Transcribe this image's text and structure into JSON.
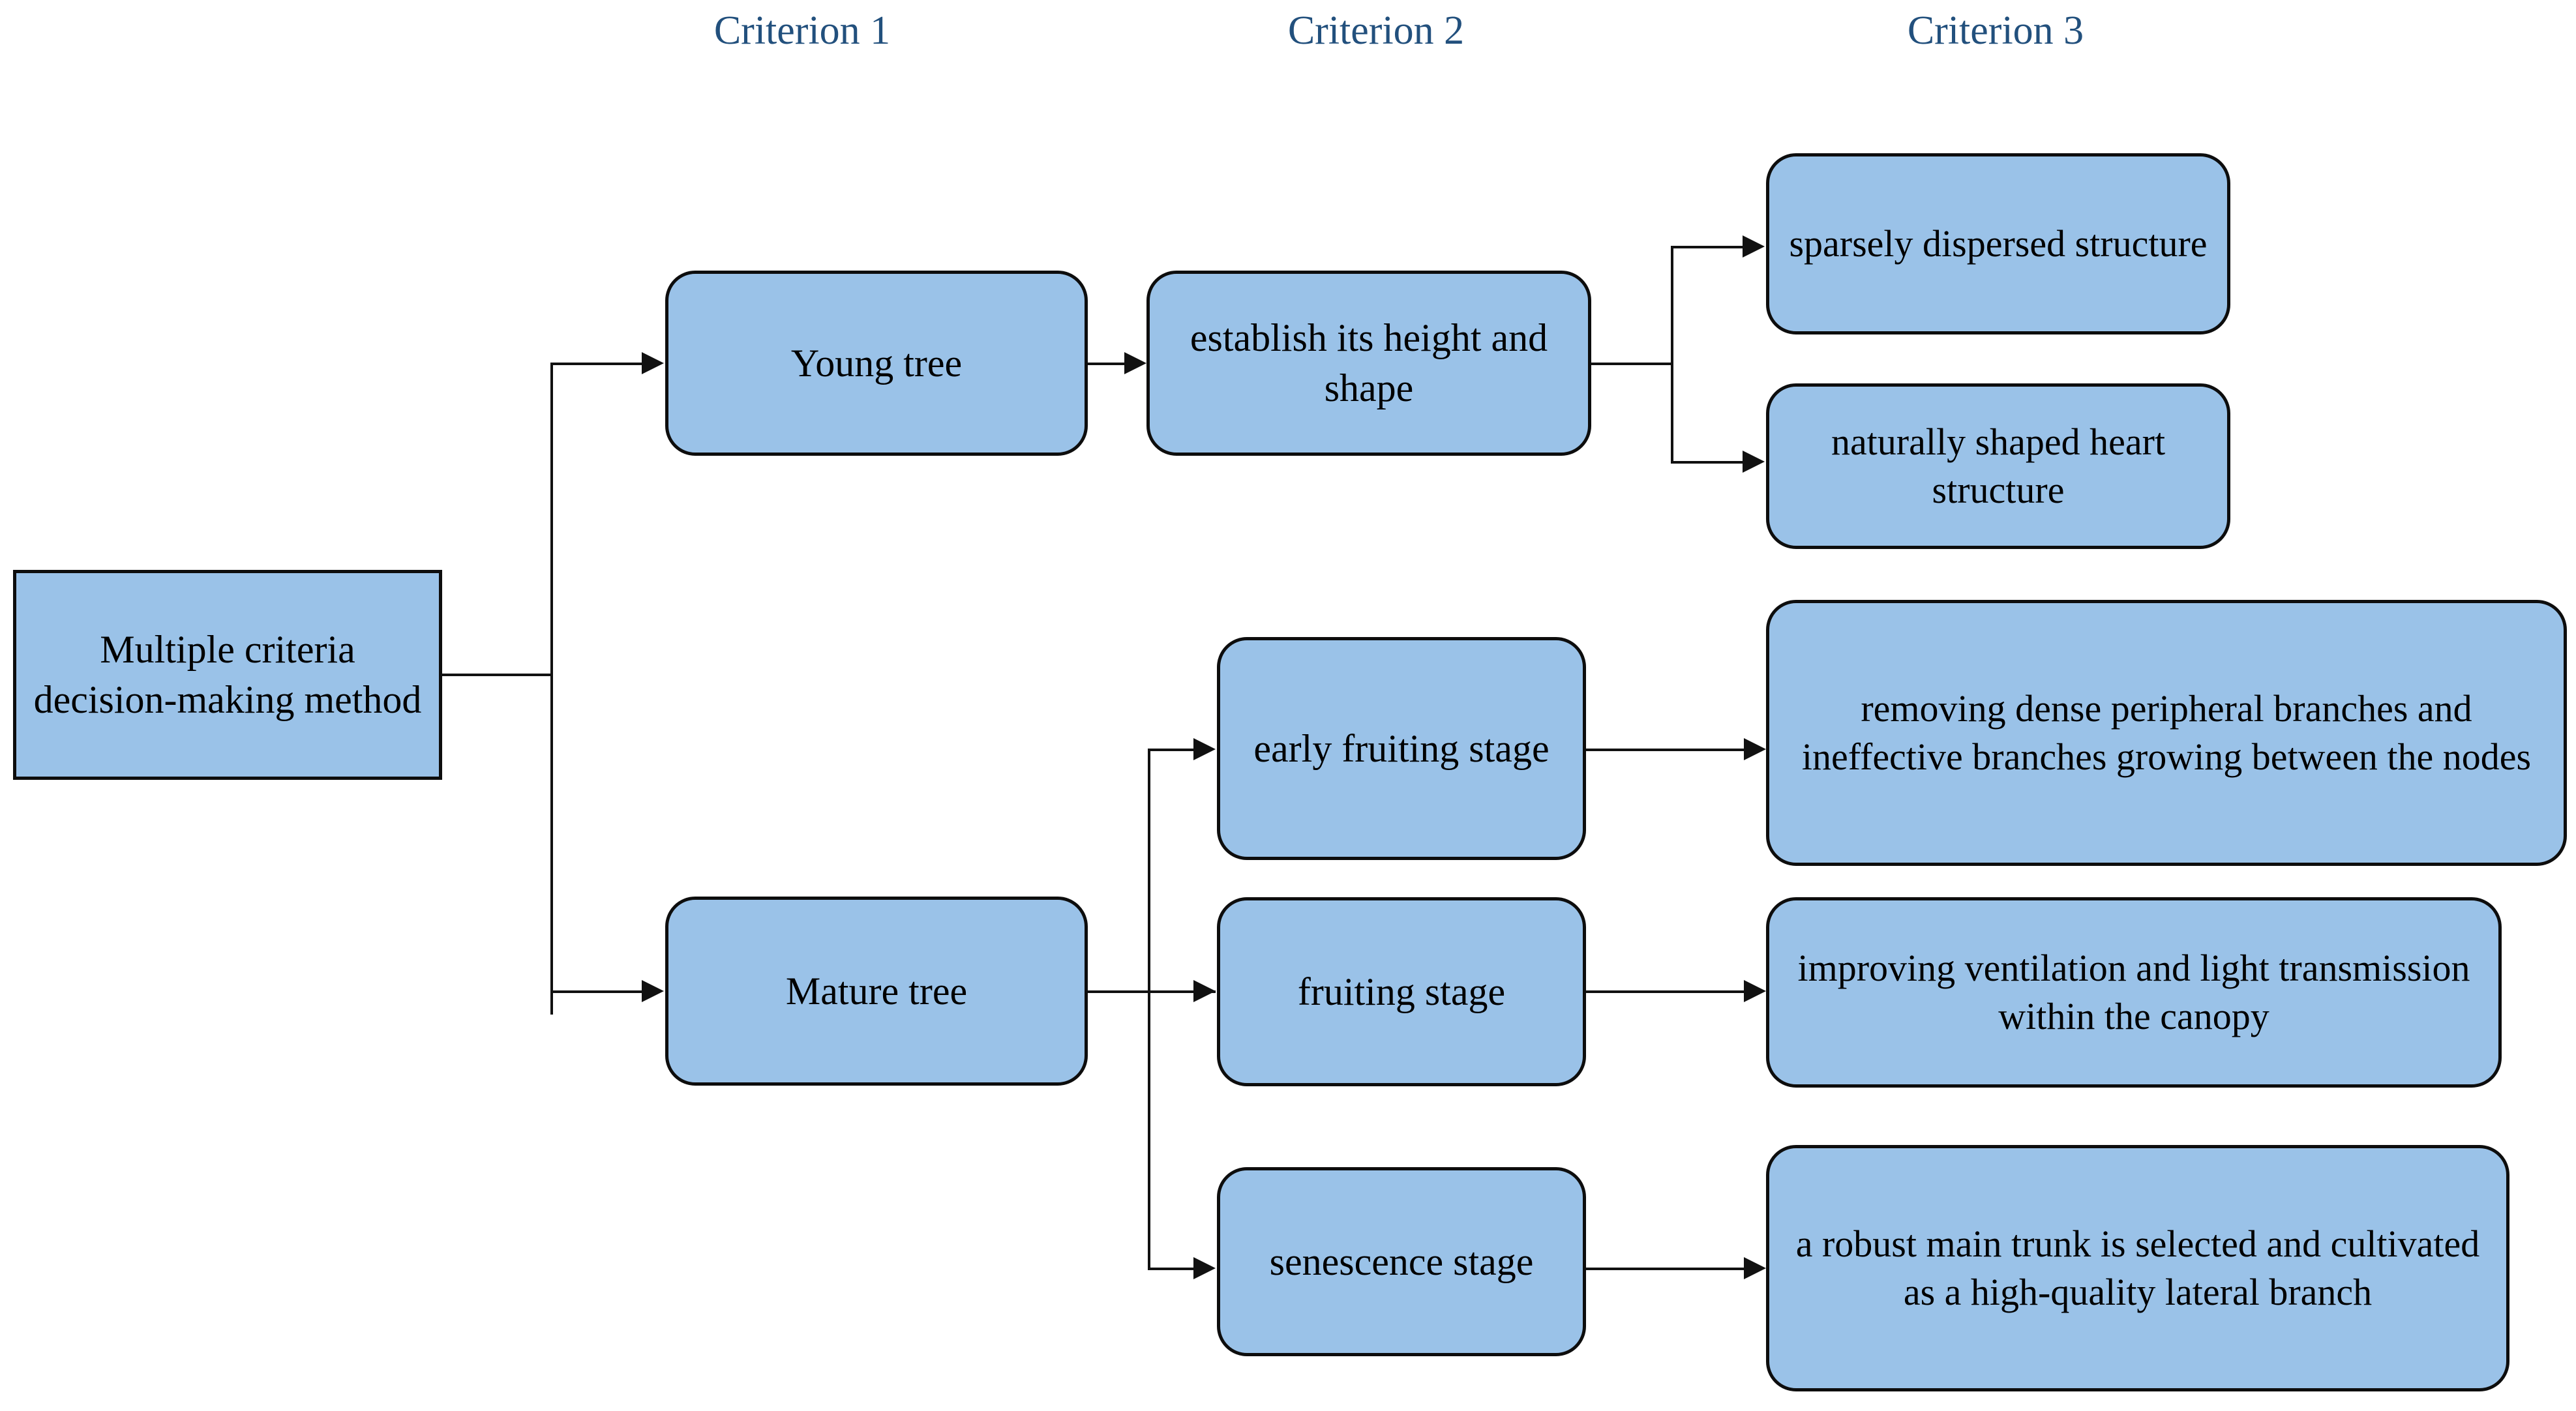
{
  "diagram": {
    "title_row": {
      "criterion1": "Criterion 1",
      "criterion2": "Criterion 2",
      "criterion3": "Criterion 3"
    },
    "root": {
      "label": "Multiple criteria decision-making method"
    },
    "criterion1_nodes": [
      {
        "id": "young-tree",
        "label": "Young tree"
      },
      {
        "id": "mature-tree",
        "label": "Mature tree"
      }
    ],
    "criterion2_nodes": [
      {
        "id": "establish-height-shape",
        "label": "establish its height and shape"
      },
      {
        "id": "early-fruiting-stage",
        "label": "early fruiting stage"
      },
      {
        "id": "fruiting-stage",
        "label": "fruiting stage"
      },
      {
        "id": "senescence-stage",
        "label": "senescence stage"
      }
    ],
    "criterion3_nodes": [
      {
        "id": "sparsely-dispersed-structure",
        "label": "sparsely dispersed structure"
      },
      {
        "id": "naturally-shaped-heart-structure",
        "label": "naturally shaped heart structure"
      },
      {
        "id": "removing-dense-peripheral-branches",
        "label": "removing dense peripheral branches and ineffective branches growing between the nodes"
      },
      {
        "id": "improving-ventilation-light",
        "label": "improving ventilation and light transmission within the canopy"
      },
      {
        "id": "robust-main-trunk",
        "label": "a robust main trunk is selected and cultivated as a high-quality lateral branch"
      }
    ],
    "colors": {
      "node_fill": "#9AC2E8",
      "node_border": "#0d0d0d",
      "header_text": "#22507d",
      "connector": "#111111",
      "background": "#ffffff",
      "label_text": "#000000"
    }
  }
}
